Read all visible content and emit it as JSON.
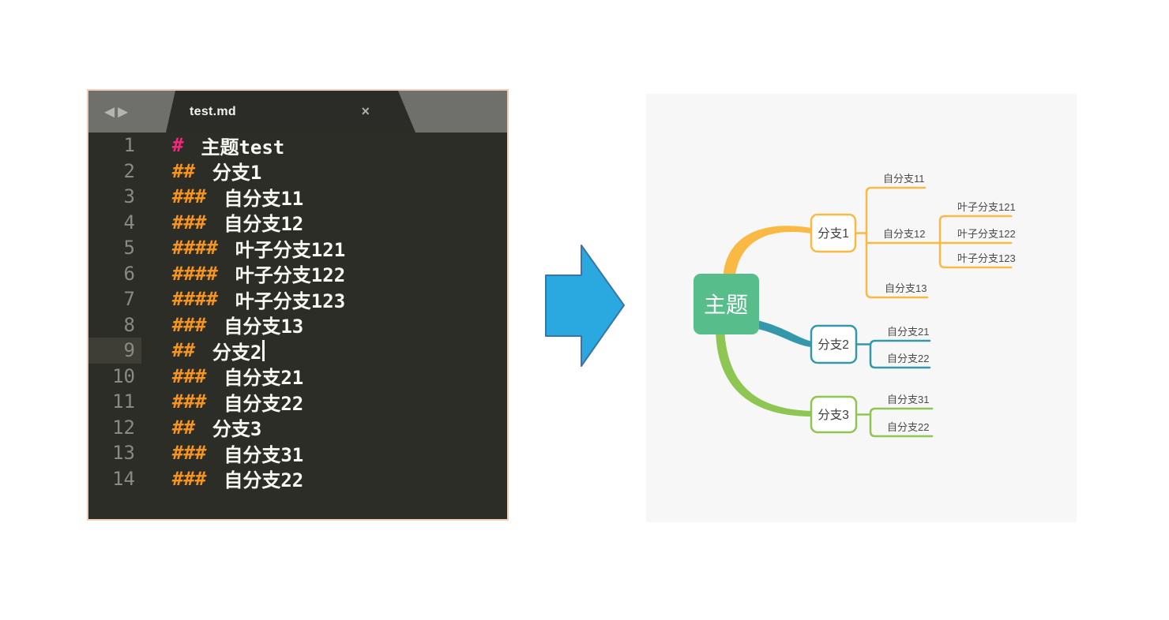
{
  "editor": {
    "tab_title": "test.md",
    "close_icon": "×",
    "nav_back_icon": "◀",
    "nav_forward_icon": "▶",
    "lines": [
      {
        "n": "1",
        "m": "#",
        "t": "主题test"
      },
      {
        "n": "2",
        "m": "##",
        "t": "分支1"
      },
      {
        "n": "3",
        "m": "###",
        "t": "自分支11"
      },
      {
        "n": "4",
        "m": "###",
        "t": "自分支12"
      },
      {
        "n": "5",
        "m": "####",
        "t": "叶子分支121"
      },
      {
        "n": "6",
        "m": "####",
        "t": "叶子分支122"
      },
      {
        "n": "7",
        "m": "####",
        "t": "叶子分支123"
      },
      {
        "n": "8",
        "m": "###",
        "t": "自分支13"
      },
      {
        "n": "9",
        "m": "##",
        "t": "分支2"
      },
      {
        "n": "10",
        "m": "###",
        "t": "自分支21"
      },
      {
        "n": "11",
        "m": "###",
        "t": "自分支22"
      },
      {
        "n": "12",
        "m": "##",
        "t": "分支3"
      },
      {
        "n": "13",
        "m": "###",
        "t": "自分支31"
      },
      {
        "n": "14",
        "m": "###",
        "t": "自分支22"
      }
    ],
    "colors": {
      "background": "#2d2d28",
      "border": "#f2cdb6",
      "tab_bar": "#6f6f6b",
      "h1_marker": "#f5277c",
      "heading_marker": "#f5941e",
      "text": "#f9f9f3",
      "line_number": "#8a8a82"
    }
  },
  "arrow": {
    "fill": "#29a9e0",
    "stroke": "#3a74a8"
  },
  "mindmap": {
    "background": "#f7f7f7",
    "root": {
      "label": "主题",
      "color": "#57be8b"
    },
    "branches": [
      {
        "label": "分支1",
        "color": "#f9ba45",
        "children": [
          {
            "label": "自分支11"
          },
          {
            "label": "自分支12",
            "children": [
              {
                "label": "叶子分支121"
              },
              {
                "label": "叶子分支122"
              },
              {
                "label": "叶子分支123"
              }
            ]
          },
          {
            "label": "自分支13"
          }
        ]
      },
      {
        "label": "分支2",
        "color": "#3598aa",
        "children": [
          {
            "label": "自分支21"
          },
          {
            "label": "自分支22"
          }
        ]
      },
      {
        "label": "分支3",
        "color": "#8dc652",
        "children": [
          {
            "label": "自分支31"
          },
          {
            "label": "自分支22"
          }
        ]
      }
    ]
  }
}
